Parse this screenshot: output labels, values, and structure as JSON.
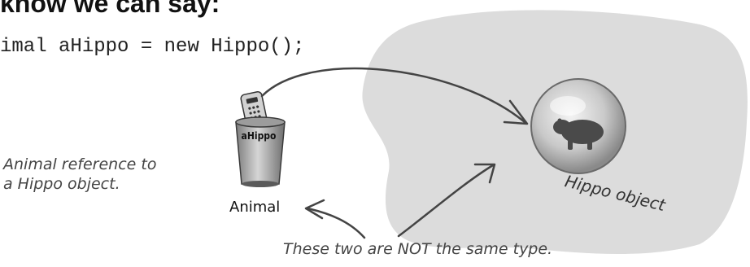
{
  "heading": "know we can say:",
  "code_line": "imal aHippo = new Hippo();",
  "diagram": {
    "reference_variable_label": "aHippo",
    "reference_type_label": "Animal",
    "object_label": "Hippo object",
    "left_annotation": [
      "Animal reference to",
      "a Hippo object."
    ],
    "bottom_annotation": "These two are NOT the same type."
  },
  "colors": {
    "heap_blob": "#dcdcdc",
    "ink": "#444444"
  },
  "icons": [
    "remote-control-icon",
    "cup-icon",
    "hippo-icon"
  ]
}
